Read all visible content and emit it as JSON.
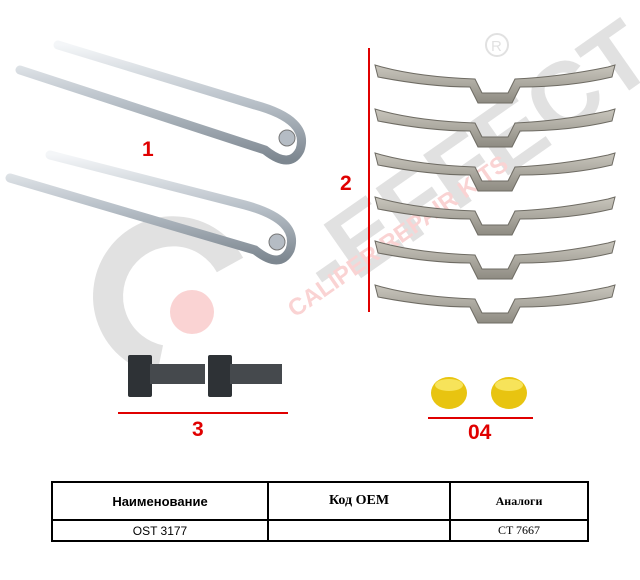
{
  "watermark": {
    "brand": "CO-EFFECT",
    "tagline": "CALIPER REPAIR KITS",
    "registered": "®"
  },
  "labels": {
    "pins": "1",
    "clips": "2",
    "bolts": "3",
    "bushings": "04"
  },
  "table": {
    "headers": [
      "Наименование",
      "Код OEM",
      "Аналоги"
    ],
    "rows": [
      [
        "OST 3177",
        "",
        "CT 7667"
      ]
    ]
  },
  "colors": {
    "label": "#e00000",
    "bushing": "#f2d21a"
  }
}
